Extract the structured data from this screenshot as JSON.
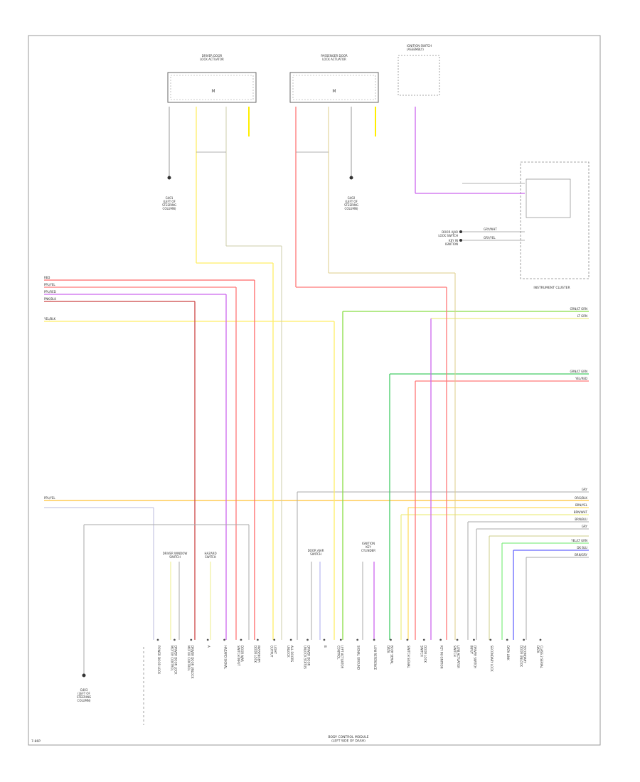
{
  "page": {
    "footer_code": "7-86P"
  },
  "components": {
    "driver_door_lock": {
      "label": "DRIVER DOOR\nLOCK ACTUATOR"
    },
    "passenger_door_lock": {
      "label": "PASSENGER DOOR\nLOCK ACTUATOR"
    },
    "ignition_switch": {
      "label": "IGNITION SWITCH\n(ASSEMBLY)"
    },
    "instrument_cluster": {
      "label": "INSTRUMENT CLUSTER"
    },
    "body_control_module": {
      "label": "BODY CONTROL MODULE\n(LEFT SIDE OF DASH)"
    },
    "driver_window_switch": {
      "label": "DRIVER WINDOW\nSWITCH"
    },
    "hazard_switch": {
      "label": "HAZARD\nSWITCH"
    },
    "door_ajar_switch": {
      "label": "DOOR AJAR\nSWITCH"
    },
    "ignition_key_cylinder": {
      "label": "IGNITION\nKEY\nCYLINDER"
    }
  },
  "grounds": [
    {
      "label": "G401\n(LEFT OF\nSTEERING\nCOLUMN)"
    },
    {
      "label": "G402\n(LEFT OF\nSTEERING\nCOLUMN)"
    },
    {
      "label": "G403\n(LEFT OF\nSTEERING\nCOLUMN)"
    }
  ],
  "left_wires": [
    {
      "label": "RED",
      "color": "#ff6666"
    },
    {
      "label": "PPL/YEL",
      "color": "#ff7777"
    },
    {
      "label": "PPL/RED",
      "color": "#cc66ee"
    },
    {
      "label": "PNK/BLK",
      "color": "#cc4444"
    },
    {
      "label": "YEL/BLK",
      "color": "#ffee66"
    }
  ],
  "right_wires": [
    {
      "label": "GRN/LT GRN",
      "color": "#88dd44"
    },
    {
      "label": "LT GRN",
      "color": "#eeee88"
    },
    {
      "label": "GRN/LT GRN",
      "color": "#44cc66"
    },
    {
      "label": "YEL/RED",
      "color": "#ff7777"
    }
  ],
  "lower_right_wires": [
    {
      "label": "GRY",
      "color": "#aaaaaa"
    },
    {
      "label": "ORG/BLK",
      "color": "#ffcc55"
    },
    {
      "label": "BRN/YEL",
      "color": "#ffdd66"
    },
    {
      "label": "BRN/WHT",
      "color": "#eeee88"
    },
    {
      "label": "BRN/BLU",
      "color": "#aaaaaa"
    },
    {
      "label": "GRY",
      "color": "#aaaaaa"
    },
    {
      "label": "YEL/LT GRN",
      "color": "#88ee88"
    },
    {
      "label": "DK BLU",
      "color": "#6666ff"
    },
    {
      "label": "BRN/GRY",
      "color": "#aaaaaa"
    }
  ],
  "instrument_cluster_inputs": [
    {
      "label": "DOOR AJAR\nLOCK SWITCH",
      "pin_label": "GRY/WHT"
    },
    {
      "label": "KEY IN\nIGNITION",
      "pin_label": "GRY/YEL"
    }
  ],
  "bcm_pins": [
    "POWER DOOR LOCK",
    "DRIVER DOOR LOCK\nMOTOR CONTROL",
    "DRIVER DOOR UNLOCK\nMOTOR CONTROL",
    "A",
    "HAZARD SIGNAL",
    "DOOR AJAR\nSWITCH INPUT",
    "PASSENGER\nDOOR LOCK",
    "LIGHT\nOUTPUT",
    "ALL DOORS\nUNLOCK",
    "DRIVER DOOR\nUNLOCK STATUS",
    "B",
    "LEFT ACTUATOR\nCONTROL",
    "SIGNAL GROUND",
    "LOW REFERENCE",
    "BODY SERIAL\nDATA",
    "SWITCH SIGNAL",
    "DOOR LOCK\nSWITCH",
    "KEY IN IGNITION",
    "LOW ACTUATOR\nSWITCH",
    "DRIVER SWITCH\nINPUT",
    "SECONDARY LOCK",
    "DATA LINK",
    "SECONDARY\nDOOR UNLOCK",
    "CLASS 2 SERIAL\nDATA"
  ]
}
